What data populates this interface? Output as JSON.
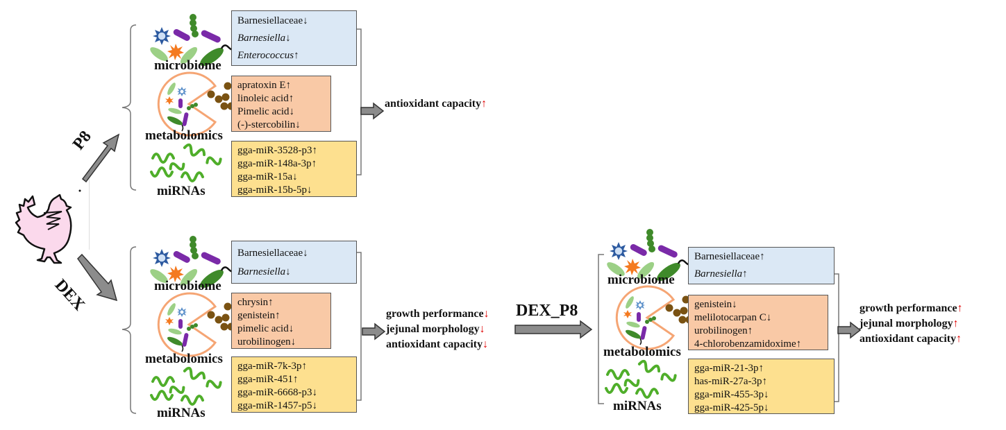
{
  "treatments": {
    "p8": "P8",
    "dex": "DEX",
    "dex_p8": "DEX_P8"
  },
  "omics_labels": {
    "microbiome": "microbiome",
    "metabolomics": "metabolomics",
    "mirnas": "miRNAs"
  },
  "colors": {
    "microbiome_box": "#dbe8f5",
    "metabolomics_box": "#f9c9a6",
    "mirna_box": "#fde08f",
    "arrow_fill": "#8c8c8c",
    "indicator_red": "#e00000",
    "chicken_fill": "#fbd9ec"
  },
  "panels": {
    "p8": {
      "microbiome": [
        {
          "text": "Barnesiellaceae↓",
          "italic": false
        },
        {
          "text": "Barnesiella",
          "suffix": "↓",
          "italic": true
        },
        {
          "text": "Enterococcus",
          "suffix": "↑",
          "italic": true
        }
      ],
      "metabolomics": [
        "apratoxin E↑",
        "linoleic acid↑",
        "Pimelic acid↓",
        "(-)-stercobilin↓"
      ],
      "mirnas": [
        "gga-miR-3528-p3↑",
        "gga-miR-148a-3p↑",
        "gga-miR-15a↓",
        "gga-miR-15b-5p↓"
      ],
      "outcomes": [
        {
          "text": "antioxidant capacity",
          "direction": "↑"
        }
      ]
    },
    "dex": {
      "microbiome": [
        {
          "text": "Barnesiellaceae↓",
          "italic": false
        },
        {
          "text": "Barnesiella",
          "suffix": "↓",
          "italic": true
        }
      ],
      "metabolomics": [
        "chrysin↑",
        "genistein↑",
        "pimelic acid↓",
        "urobilinogen↓"
      ],
      "mirnas": [
        "gga-miR-7k-3p↑",
        "gga-miR-451↑",
        "gga-miR-6668-p3↓",
        "gga-miR-1457-p5↓"
      ],
      "outcomes": [
        {
          "text": "growth performance",
          "direction": "↓"
        },
        {
          "text": "jejunal morphology",
          "direction": "↓"
        },
        {
          "text": "antioxidant capacity",
          "direction": "↓"
        }
      ]
    },
    "dex_p8": {
      "microbiome": [
        {
          "text": "Barnesiellaceae↑",
          "italic": false
        },
        {
          "text": "Barnesiella",
          "suffix": "↑",
          "italic": true
        }
      ],
      "metabolomics": [
        "genistein↓",
        "melilotocarpan C↓",
        "urobilinogen↑",
        "4-chlorobenzamidoxime↑"
      ],
      "mirnas": [
        "gga-miR-21-3p↑",
        "has-miR-27a-3p↑",
        "gga-miR-455-3p↓",
        "gga-miR-425-5p↓"
      ],
      "outcomes": [
        {
          "text": "growth performance",
          "direction": "↑"
        },
        {
          "text": "jejunal morphology",
          "direction": "↑"
        },
        {
          "text": "antioxidant capacity",
          "direction": "↑"
        }
      ]
    }
  }
}
